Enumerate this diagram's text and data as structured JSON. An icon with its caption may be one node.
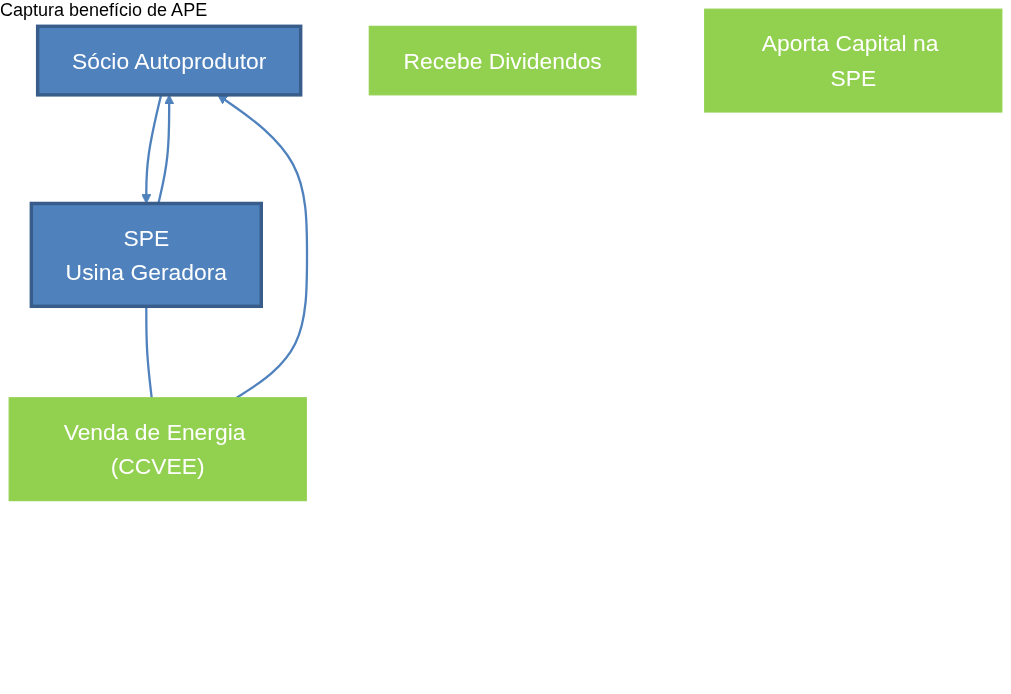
{
  "diagram": {
    "nodes": [
      {
        "text": [
          "Sócio Autoprodutor"
        ],
        "beside": [
          "Captura benefício de APE"
        ]
      },
      {
        "text": [
          "Venda de Energia (CCVEE)"
        ]
      },
      {
        "text": [
          "Recebe Dividendos"
        ]
      },
      {
        "text": [
          "Aporta Capital na SPE"
        ]
      },
      {
        "text": [
          "SPE",
          "Usina Geradora"
        ]
      }
    ],
    "edges": [
      {
        "from": 4,
        "to": 1,
        "arrow": "none"
      },
      {
        "from": 1,
        "to": 0,
        "arrow": "to"
      },
      {
        "from": 4,
        "to": 0,
        "arrow": "to"
      },
      {
        "from": 0,
        "to": 4,
        "arrow": "to"
      }
    ]
  }
}
